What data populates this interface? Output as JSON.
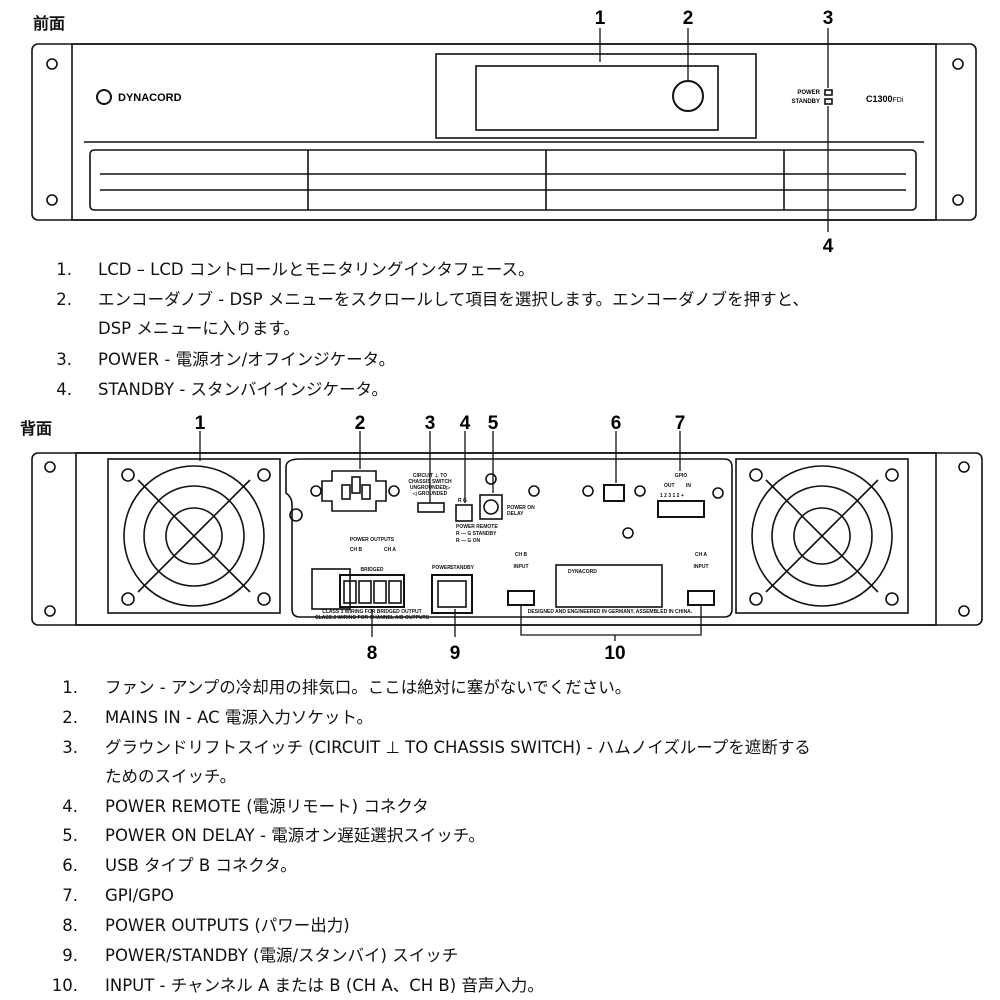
{
  "front": {
    "heading": "前面",
    "brand": "DYNACORD",
    "model": "C1300",
    "model_suffix": "FDi",
    "power_label": "POWER",
    "standby_label": "STANDBY",
    "callouts": [
      "1",
      "2",
      "3",
      "4"
    ],
    "items": [
      {
        "num": "1.",
        "text": "LCD – LCD コントロールとモニタリングインタフェース。"
      },
      {
        "num": "2.",
        "text": "エンコーダノブ - DSP メニューをスクロールして項目を選択します。エンコーダノブを押すと、",
        "cont": "DSP メニューに入ります。"
      },
      {
        "num": "3.",
        "text": "POWER - 電源オン/オフインジケータ。"
      },
      {
        "num": "4.",
        "text": "STANDBY - スタンバイインジケータ。"
      }
    ]
  },
  "rear": {
    "heading": "背面",
    "callouts_top": [
      "1",
      "2",
      "3",
      "4",
      "5",
      "6",
      "7"
    ],
    "callouts_bottom": [
      "8",
      "9",
      "10"
    ],
    "labels": {
      "circuit1": "CIRCUIT ⊥ TO",
      "circuit2": "CHASSIS SWITCH",
      "circuit3": "UNGROUNDED▷",
      "circuit4": "◁ GROUNDED",
      "rg": "R G",
      "power_remote": "POWER REMOTE",
      "pr_standby": "R — G STANDBY",
      "pr_on": "R — G ON",
      "power_on_delay1": "POWER ON",
      "power_on_delay2": "DELAY",
      "power_outputs": "POWER OUTPUTS",
      "chb": "CH B",
      "cha": "CH A",
      "bridged": "BRIDGED",
      "class3": "CLASS 3 WIRING FOR BRIDGED OUTPUT",
      "class2": "CLASS 2 WIRING FOR CHANNEL A/B OUTPUTS",
      "power": "POWER",
      "standby": "STANDBY",
      "input": "INPUT",
      "gpio": "GPIO",
      "out": "OUT",
      "in": "IN",
      "gpio_pins": "1 2 3 1 2 +",
      "brand": "DYNACORD",
      "designed": "DESIGNED AND ENGINEERED IN GERMANY, ASSEMBLED IN CHINA."
    },
    "items": [
      {
        "num": "1.",
        "text": "ファン - アンプの冷却用の排気口。ここは絶対に塞がないでください。"
      },
      {
        "num": "2.",
        "text": "MAINS IN - AC 電源入力ソケット。"
      },
      {
        "num": "3.",
        "text": "グラウンドリフトスイッチ (CIRCUIT ⊥ TO CHASSIS SWITCH) - ハムノイズループを遮断する",
        "cont": "ためのスイッチ。"
      },
      {
        "num": "4.",
        "text": "POWER REMOTE (電源リモート) コネクタ"
      },
      {
        "num": "5.",
        "text": "POWER ON DELAY - 電源オン遅延選択スイッチ。"
      },
      {
        "num": "6.",
        "text": "USB タイプ B コネクタ。"
      },
      {
        "num": "7.",
        "text": "GPI/GPO"
      },
      {
        "num": "8.",
        "text": "POWER OUTPUTS (パワー出力)"
      },
      {
        "num": "9.",
        "text": "POWER/STANDBY (電源/スタンバイ) スイッチ"
      },
      {
        "num": "10.",
        "text": "INPUT - チャンネル A または B (CH A、CH B) 音声入力。"
      }
    ]
  }
}
